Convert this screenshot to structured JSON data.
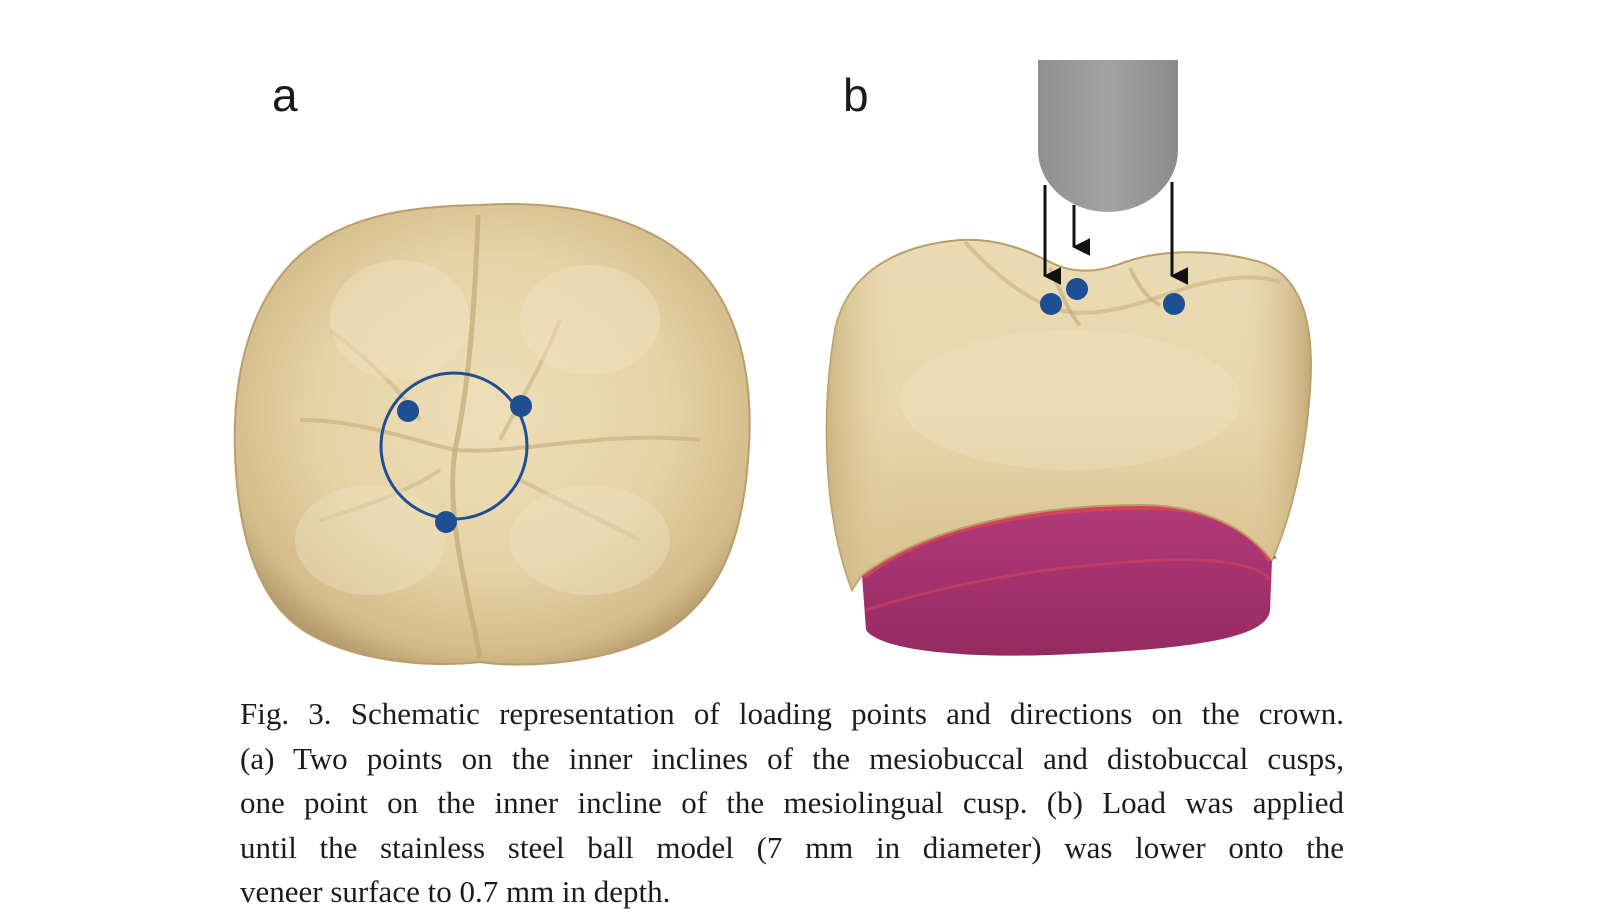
{
  "figure": {
    "panel_labels": [
      "a",
      "b"
    ],
    "colors": {
      "tooth": "#e6d4a8",
      "tooth_shadow": "#bfa472",
      "marker": "#1f4f93",
      "indenter": "#9a9a9a",
      "veneer_pink": "#a8326e",
      "veneer_edge": "#d0405a",
      "arrow": "#111111"
    },
    "icons": {
      "panel_a": "occlusal-view-tooth-crown",
      "panel_b": "side-view-tooth-crown-with-indenter"
    },
    "caption_lines": [
      "Fig. 3.  Schematic representation of loading points and directions on the crown.",
      "(a) Two points on the inner inclines of the mesiobuccal and distobuccal cusps,",
      "one point on the inner incline of the mesiolingual cusp. (b) Load was applied",
      "until the stainless steel ball model (7 mm in diameter) was lower onto the",
      "veneer surface to 0.7 mm in depth."
    ]
  }
}
